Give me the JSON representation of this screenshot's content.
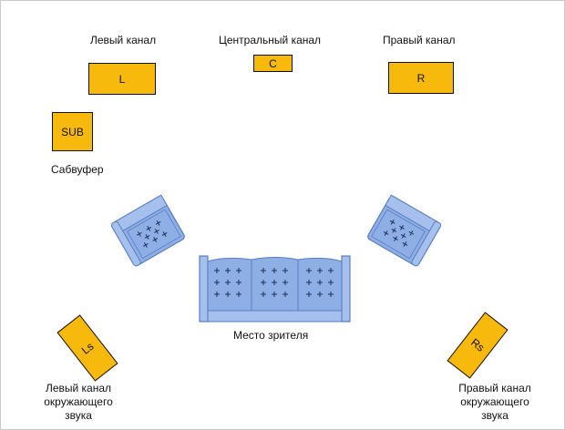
{
  "colors": {
    "speaker_fill": "#f7b90b",
    "speaker_border": "#111111",
    "furniture_fill": "#8eaee6",
    "furniture_stroke": "#5a7dc0",
    "background": "#ffffff"
  },
  "labels": {
    "left_channel": "Левый канал",
    "center_channel": "Центральный канал",
    "right_channel": "Правый канал",
    "subwoofer": "Сабвуфер",
    "viewer_position": "Место зрителя",
    "left_surround": [
      "Левый канал",
      "окружающего",
      "звука"
    ],
    "right_surround": [
      "Правый канал",
      "окружающего",
      "звука"
    ]
  },
  "speakers": {
    "left": "L",
    "center": "C",
    "right": "R",
    "sub": "SUB",
    "left_surround": "Ls",
    "right_surround": "Rs"
  },
  "icons": {
    "armchair": "armchair-icon",
    "sofa": "sofa-icon"
  }
}
